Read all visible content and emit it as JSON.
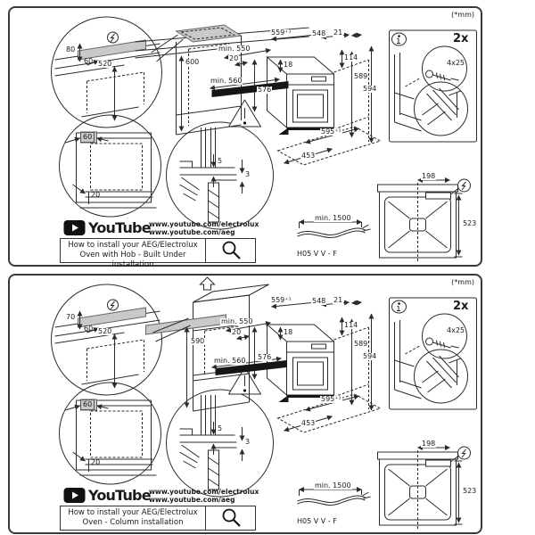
{
  "units_label": "(*mm)",
  "panels": [
    {
      "dims": {
        "c1_top": "80",
        "c1_side": "60",
        "c1_height": "520",
        "c2_side": "60",
        "c2_bottom": "20",
        "c3_top_gap": "5",
        "c3_bottom_gap": "3",
        "niche_height": "600",
        "niche_depth": "min. 550",
        "niche_rear_gap": "20",
        "niche_width": "min. 560",
        "oven_top_width": "559⁺¹",
        "oven_width": "548",
        "oven_handle_depth": "21",
        "oven_top_inset": "18",
        "oven_front_top": "114",
        "oven_height_back": "589",
        "oven_height_front": "594",
        "oven_side_height": "576",
        "oven_bottom_width": "595⁺¹",
        "oven_depth": "453",
        "back_conduit_offset": "198",
        "back_height": "523",
        "screw_count": "2x",
        "screw_size": "4x25",
        "cable_min_length": "min. 1500",
        "cable_type": "H05 V V - F"
      },
      "youtube": {
        "brand": "YouTube",
        "url_electrolux": "www.youtube.com/electrolux",
        "url_aeg": "www.youtube.com/aeg"
      },
      "caption": {
        "line1": "How to install your AEG/Electrolux",
        "line2": "Oven with Hob - Built Under installation"
      }
    },
    {
      "dims": {
        "c1_top": "70",
        "c1_side": "60",
        "c1_height": "520",
        "c2_side": "60",
        "c2_bottom": "20",
        "c3_top_gap": "5",
        "c3_bottom_gap": "3",
        "niche_height": "590",
        "niche_depth": "min. 550",
        "niche_rear_gap": "20",
        "niche_width": "min. 560",
        "oven_top_width": "559⁺¹",
        "oven_width": "548",
        "oven_handle_depth": "21",
        "oven_top_inset": "18",
        "oven_front_top": "114",
        "oven_height_back": "589",
        "oven_height_front": "594",
        "oven_side_height": "576",
        "oven_bottom_width": "595⁺¹",
        "oven_depth": "453",
        "back_conduit_offset": "198",
        "back_height": "523",
        "screw_count": "2x",
        "screw_size": "4x25",
        "cable_min_length": "min. 1500",
        "cable_type": "H05 V V - F"
      },
      "youtube": {
        "brand": "YouTube",
        "url_electrolux": "www.youtube.com/electrolux",
        "url_aeg": "www.youtube.com/aeg"
      },
      "caption": {
        "line1": "How to install your AEG/Electrolux",
        "line2": "Oven - Column installation"
      }
    }
  ]
}
